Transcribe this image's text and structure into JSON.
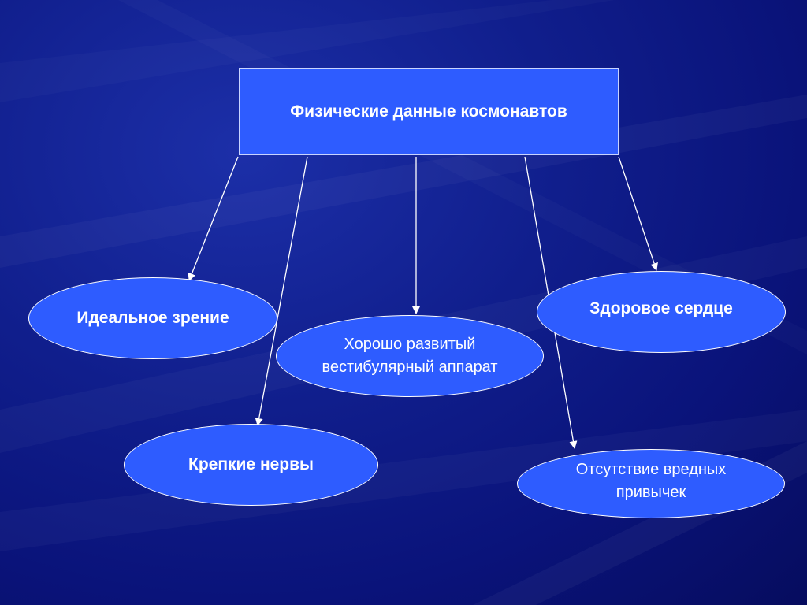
{
  "colors": {
    "background": "#0a137a",
    "box_fill": "#2e5cff",
    "outline": "#ffffff",
    "text": "#ffffff"
  },
  "diagram": {
    "root": "Физические данные космонавтов",
    "nodes": [
      {
        "id": "vision",
        "label": "Идеальное зрение"
      },
      {
        "id": "nerves",
        "label": "Крепкие нервы"
      },
      {
        "id": "vestibular",
        "label": "Хорошо развитый\nвестибулярный аппарат"
      },
      {
        "id": "heart",
        "label": "Здоровое сердце"
      },
      {
        "id": "habits",
        "label": "Отсутствие вредных\nпривычек"
      }
    ]
  }
}
